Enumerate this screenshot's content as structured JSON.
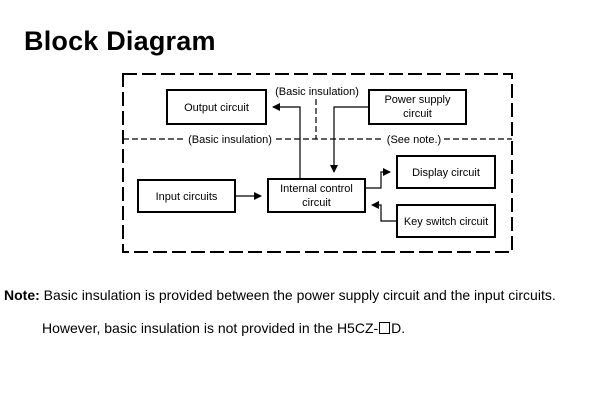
{
  "page": {
    "title": "Block Diagram"
  },
  "diagram": {
    "blocks": {
      "output": "Output circuit",
      "power_line1": "Power supply",
      "power_line2": "circuit",
      "input": "Input circuits",
      "control_line1": "Internal control",
      "control_line2": "circuit",
      "display": "Display circuit",
      "keyswitch": "Key switch circuit"
    },
    "labels": {
      "basic_insulation_top": "(Basic insulation)",
      "basic_insulation_mid": "(Basic insulation)",
      "see_note": "(See note.)"
    }
  },
  "note": {
    "label": "Note:",
    "line1": " Basic insulation is provided between the power supply circuit and the input circuits.",
    "line2_prefix": "However, basic insulation is not provided in the  H5CZ-",
    "line2_suffix": "D."
  }
}
